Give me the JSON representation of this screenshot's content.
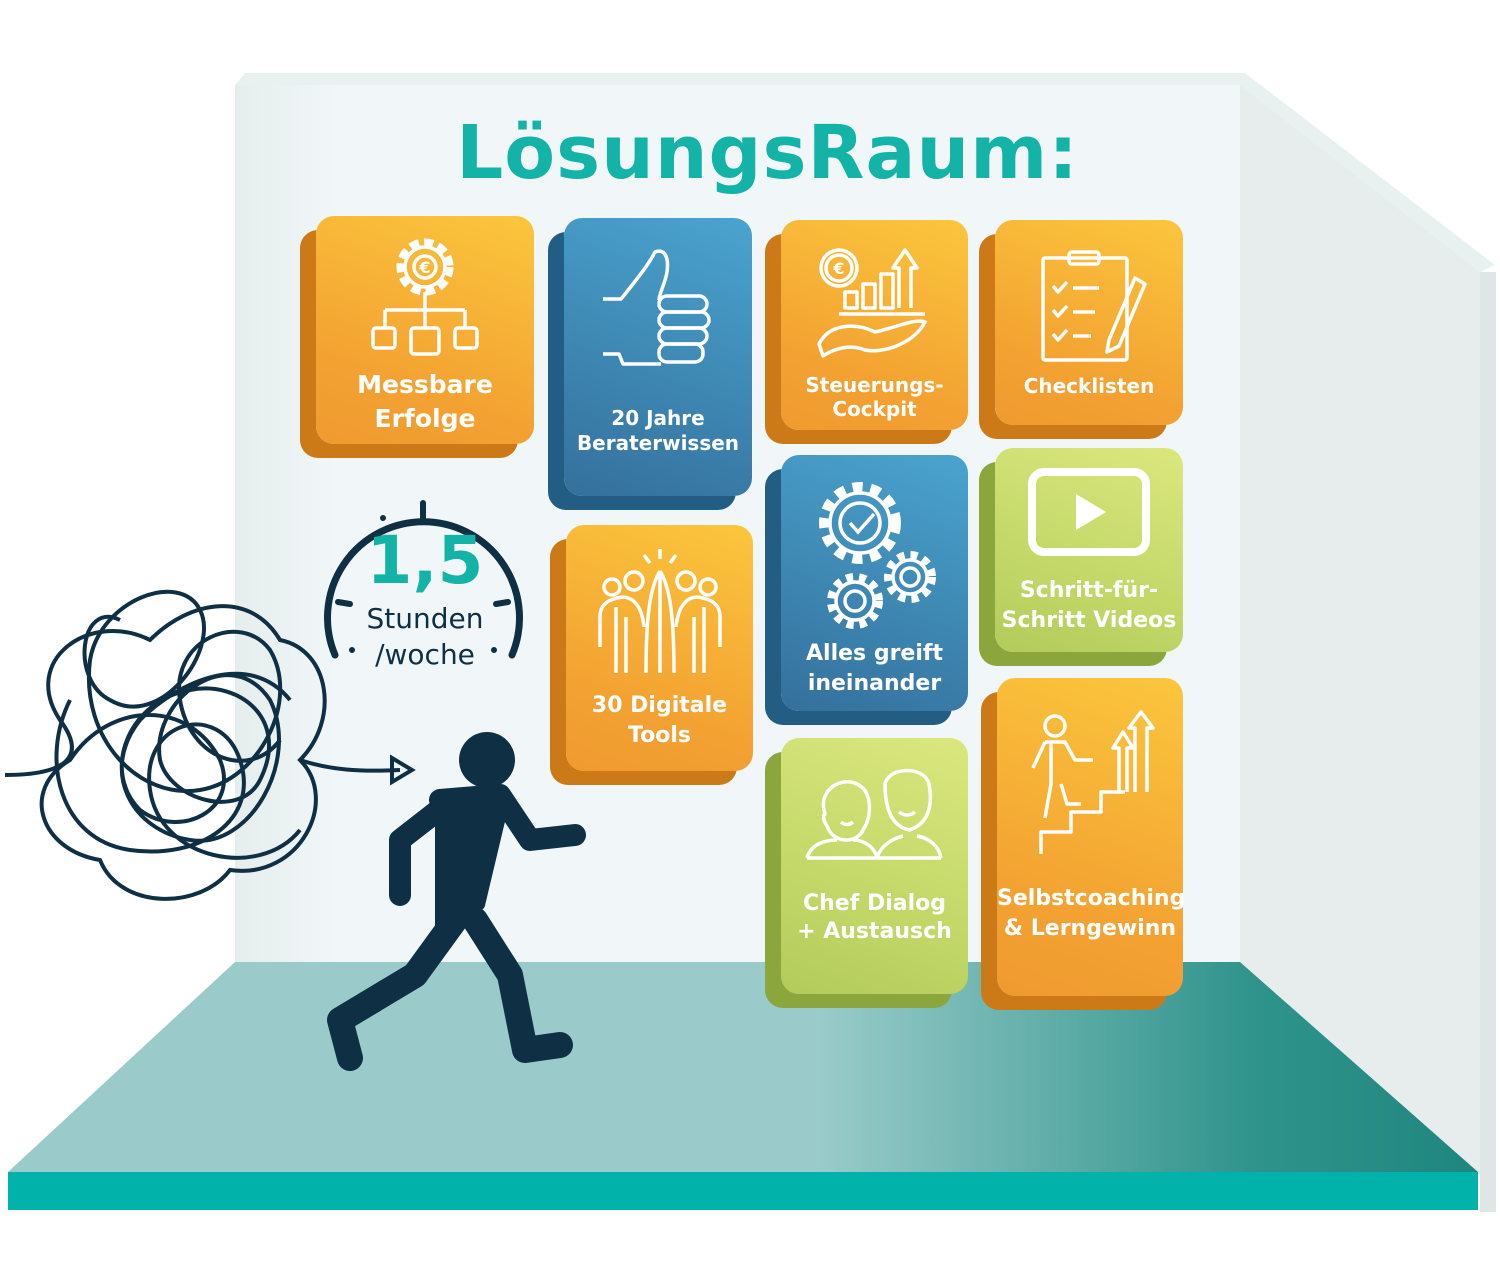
{
  "title": "LösungsRaum:",
  "clock": {
    "value": "1,5",
    "unit_line1": "Stunden",
    "unit_line2": "/woche"
  },
  "tiles": [
    {
      "id": "messbare-erfolge",
      "lines": [
        "Messbare",
        "Erfolge"
      ],
      "icon": "gear-euro-hierarchy-icon",
      "color": "orange"
    },
    {
      "id": "beraterwissen",
      "lines": [
        "20 Jahre",
        "Beraterwissen"
      ],
      "icon": "thumbs-up-icon",
      "color": "blue"
    },
    {
      "id": "steuerungs-cockpit",
      "lines": [
        "Steuerungs-",
        "Cockpit"
      ],
      "icon": "hand-chart-euro-icon",
      "color": "orange"
    },
    {
      "id": "checklisten",
      "lines": [
        "Checklisten"
      ],
      "icon": "clipboard-checklist-icon",
      "color": "orange"
    },
    {
      "id": "alles-greift",
      "lines": [
        "Alles greift",
        "ineinander"
      ],
      "icon": "gears-check-icon",
      "color": "blue"
    },
    {
      "id": "videos",
      "lines": [
        "Schritt-für-",
        "Schritt Videos"
      ],
      "icon": "video-play-icon",
      "color": "green"
    },
    {
      "id": "digitale-tools",
      "lines": [
        "30 Digitale",
        "Tools"
      ],
      "icon": "team-high-five-icon",
      "color": "orange"
    },
    {
      "id": "chef-dialog",
      "lines": [
        "Chef Dialog",
        "+ Austausch"
      ],
      "icon": "two-people-icon",
      "color": "green"
    },
    {
      "id": "selbstcoaching",
      "lines": [
        "Selbstcoaching",
        "& Lerngewinn"
      ],
      "icon": "person-climbing-stairs-icon",
      "color": "orange"
    }
  ],
  "colors": {
    "accent": "#13b3a7",
    "orange": "#f3a232",
    "blue": "#3b7fab",
    "green": "#bfd565",
    "navy": "#0f2f45",
    "floor": "#9acbca",
    "floor_edge": "#00b2a9"
  }
}
